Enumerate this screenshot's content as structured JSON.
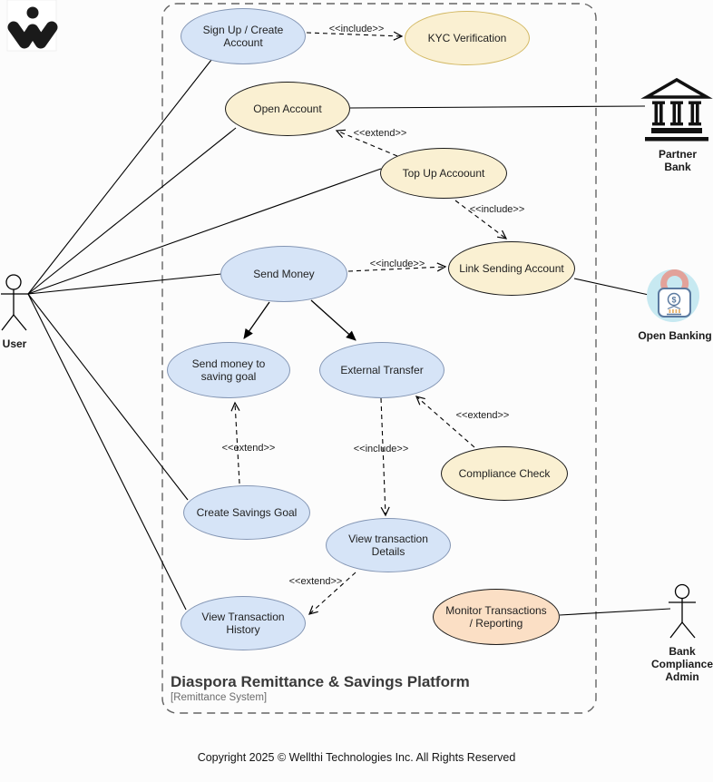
{
  "page": {
    "background": "#fcfcfc",
    "copyright": "Copyright 2025 © Wellthi Technologies Inc. All Rights Reserved"
  },
  "boundary": {
    "title": "Diaspora Remittance & Savings Platform",
    "subtitle": "[Remittance System]"
  },
  "labels": {
    "include": "<<include>>",
    "extend": "<<extend>>"
  },
  "actors": {
    "user": {
      "label": "User"
    },
    "partner_bank": {
      "line1": "Partner",
      "line2": "Bank"
    },
    "open_banking": {
      "label": "Open Banking",
      "coin": "$"
    },
    "bank_compliance_admin": {
      "line1": "Bank",
      "line2": "Compliance",
      "line3": "Admin"
    }
  },
  "use_cases": {
    "sign_up": {
      "label": "Sign Up / Create Account"
    },
    "kyc": {
      "label": "KYC Verification"
    },
    "open_account": {
      "label": "Open Account"
    },
    "top_up": {
      "label": "Top Up Accoount"
    },
    "link_sending": {
      "label": "Link Sending Account"
    },
    "send_money": {
      "label": "Send Money"
    },
    "send_to_goal": {
      "label": "Send money to saving goal"
    },
    "external_transfer": {
      "label": "External Transfer"
    },
    "compliance_check": {
      "label": "Compliance Check"
    },
    "create_savings_goal": {
      "label": "Create Savings Goal"
    },
    "view_details": {
      "label": "View transaction Details"
    },
    "view_history": {
      "label": "View Transaction History"
    },
    "monitor": {
      "label": "Monitor Transactions / Reporting"
    }
  },
  "colors": {
    "blue_fill": "#d6e4f7",
    "blue_stroke": "#8496b4",
    "cream_fill": "#faf0d2",
    "tan_stroke": "#d3b965",
    "peach_fill": "#fbdfc5",
    "node_stroke_dark": "#1a1a1a",
    "open_banking_circle": "#c7e9f1",
    "open_banking_shackle": "#e2a29a",
    "open_banking_lock": "#5b7aa0"
  }
}
